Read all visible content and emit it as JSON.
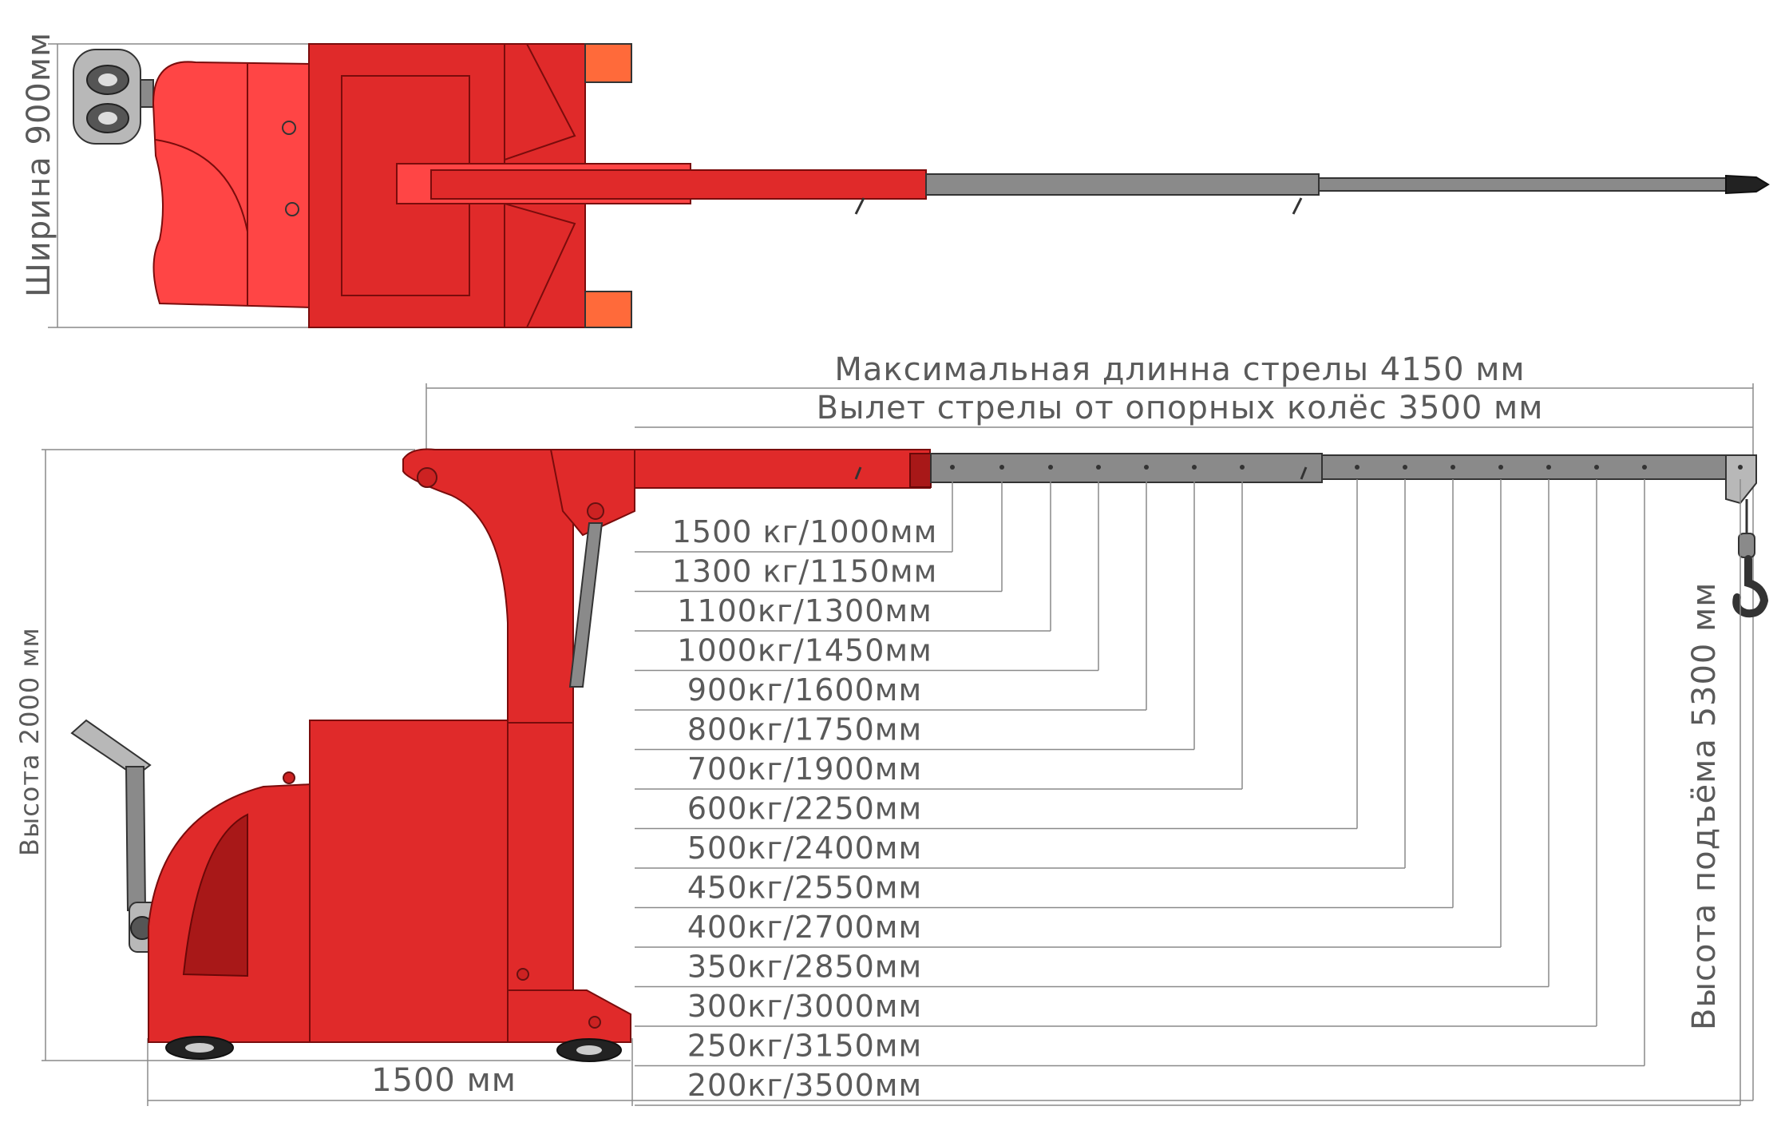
{
  "labels": {
    "width": "Ширина 900мм",
    "height": "Высота 2000 мм",
    "max_boom": "Максимальная длинна стрелы 4150 мм",
    "reach": "Вылет стрелы от опорных колёс 3500 мм",
    "base": "1500 мм",
    "lift_height": "Высота подъёма 5300 мм"
  },
  "load_table": [
    "1500 кг/1000мм",
    "1300 кг/1150мм",
    "1100кг/1300мм",
    "1000кг/1450мм",
    "900кг/1600мм",
    "800кг/1750мм",
    "700кг/1900мм",
    "600кг/2250мм",
    "500кг/2400мм",
    "450кг/2550мм",
    "400кг/2700мм",
    "350кг/2850мм",
    "300кг/3000мм",
    "250кг/3150мм",
    "200кг/3500мм"
  ],
  "colors": {
    "body": "#e02a2a",
    "boom_steel": "#8a8a8a",
    "dimension": "#8a8a8a"
  }
}
